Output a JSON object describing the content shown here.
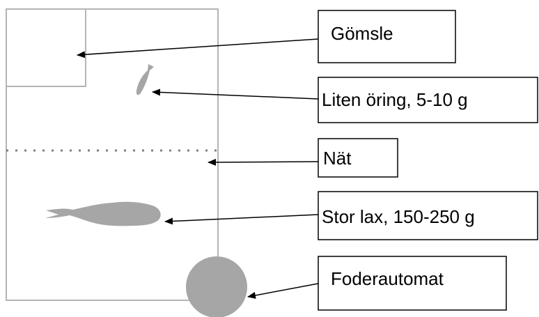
{
  "labels": {
    "hide": "Gömsle",
    "small_trout": "Liten öring, 5-10 g",
    "net": "Nät",
    "large_salmon": "Stor lax, 150-250 g",
    "feeder": "Foderautomat"
  },
  "colors": {
    "tank_border": "#b4b4b4",
    "fish_fill": "#a6a6a6",
    "feeder_fill": "#a6a6a6",
    "net_dots": "#7f7f7f",
    "label_border": "#000000",
    "arrow": "#000000"
  }
}
